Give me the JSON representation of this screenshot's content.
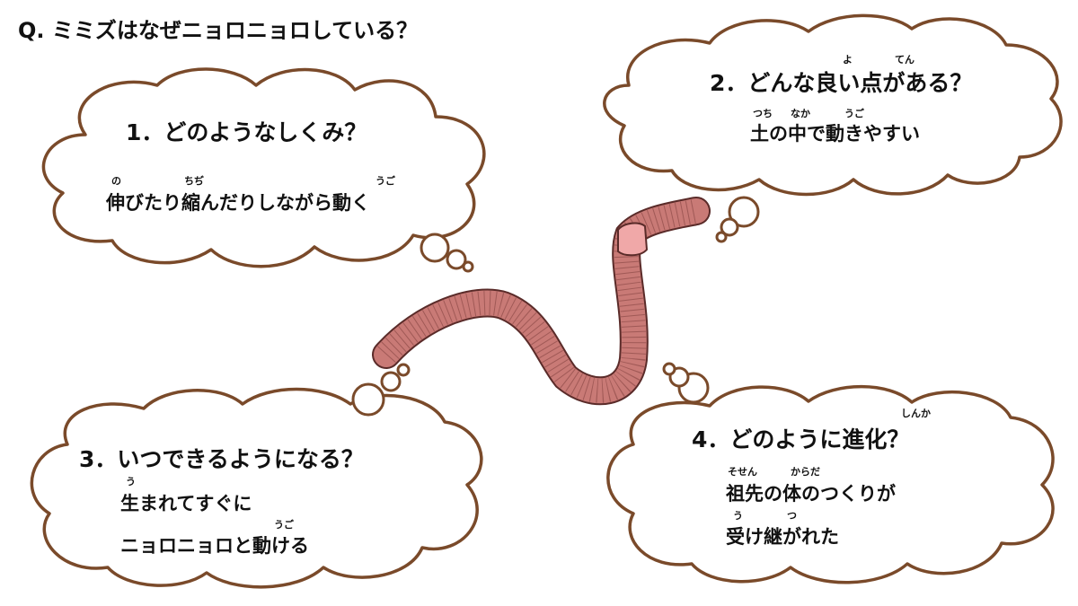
{
  "question": "Q.  ミミズはなぜニョロニョロしている？",
  "colors": {
    "cloud_stroke": "#7a4a2a",
    "worm_body": "#c97a76",
    "worm_stroke": "#5a2b29",
    "clitellum": "#f0a8a8"
  },
  "bubbles": [
    {
      "title": "1．どのようなしくみ？",
      "lines": [
        "伸びたり縮んだりしながら動く"
      ],
      "ruby": [
        "の",
        "ちぢ",
        "うご"
      ]
    },
    {
      "title": "2．どんな良い点がある？",
      "title_ruby": [
        "よ",
        "てん"
      ],
      "lines": [
        "土の中で動きやすい"
      ],
      "ruby": [
        "つち",
        "なか",
        "うご"
      ]
    },
    {
      "title": "3．いつできるようになる？",
      "lines": [
        "生まれてすぐに",
        "ニョロニョロと動ける"
      ],
      "ruby": [
        "う",
        "うご"
      ]
    },
    {
      "title": "4．どのように進化？",
      "title_ruby": [
        "しんか"
      ],
      "lines": [
        "祖先の体のつくりが",
        "受け継がれた"
      ],
      "ruby": [
        "そせん",
        "からだ",
        "う",
        "つ"
      ]
    }
  ]
}
